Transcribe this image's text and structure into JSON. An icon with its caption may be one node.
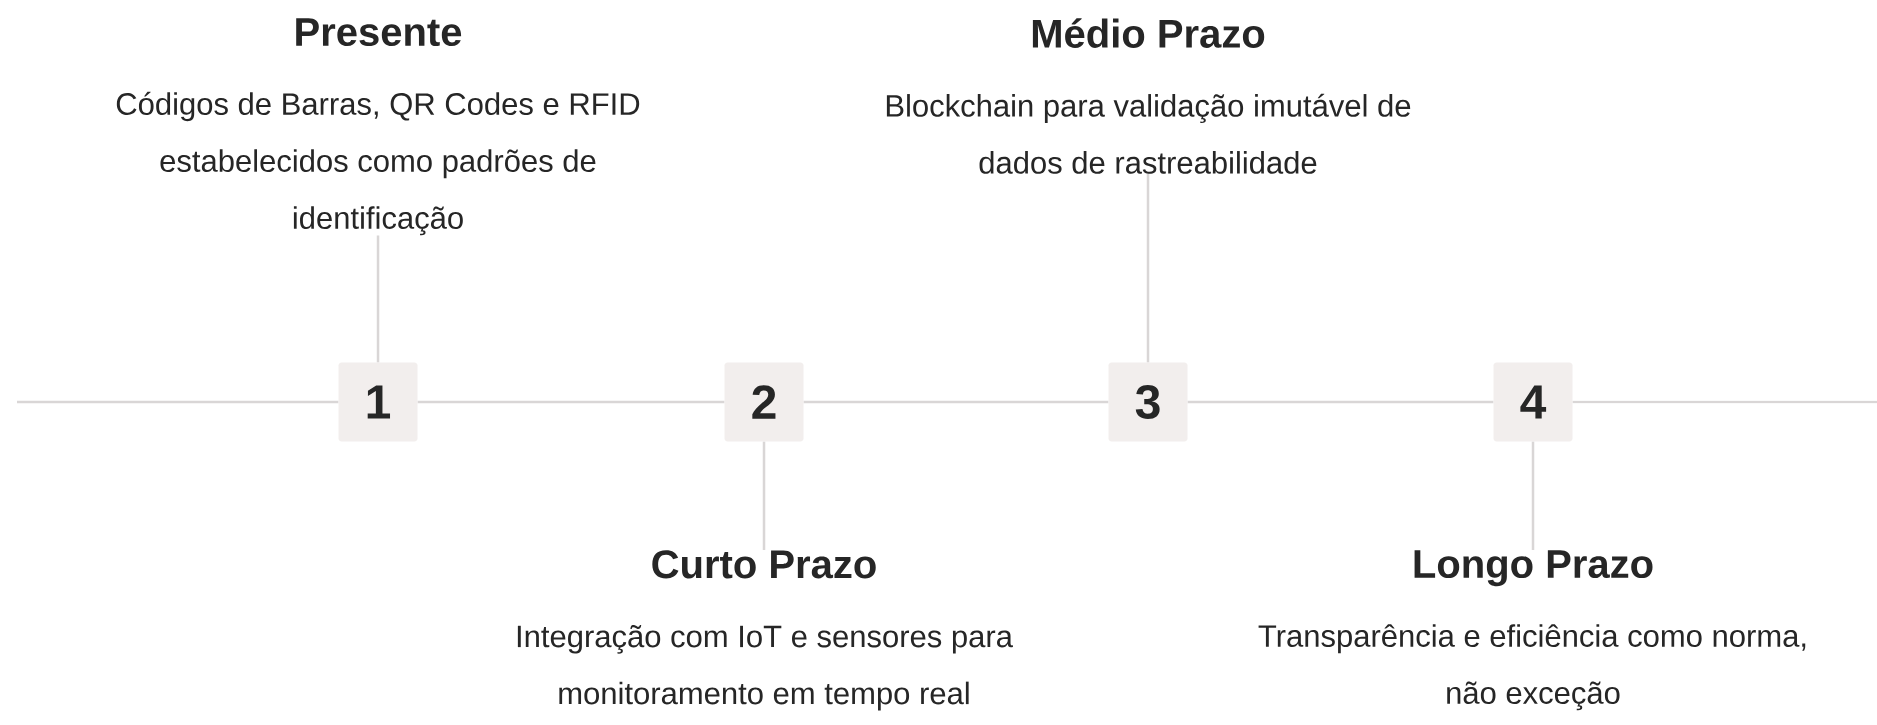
{
  "diagram": {
    "nodes": [
      {
        "text": [
          "Presente",
          "Códigos de Barras, QR Codes e RFID estabelecidos como padrões de identificação"
        ]
      },
      {
        "text": [
          "Médio Prazo",
          "Blockchain para validação imutável de dados de rastreabilidade"
        ]
      },
      {
        "text": [
          "1"
        ]
      },
      {
        "text": [
          "2"
        ]
      },
      {
        "text": [
          "3"
        ]
      },
      {
        "text": [
          "4"
        ]
      },
      {
        "text": [
          "Curto Prazo",
          "Integração com IoT e sensores para monitoramento em tempo real"
        ]
      },
      {
        "text": [
          "Longo Prazo",
          "Transparência e eficiência como norma, não exceção"
        ]
      }
    ],
    "edges": [
      {
        "from": null,
        "to": 2,
        "arrow": "none"
      },
      {
        "from": 2,
        "to": 3,
        "arrow": "none"
      },
      {
        "from": 3,
        "to": 4,
        "arrow": "none"
      },
      {
        "from": 4,
        "to": 5,
        "arrow": "none"
      },
      {
        "from": 5,
        "to": null,
        "arrow": "none"
      },
      {
        "from": 0,
        "to": 2,
        "arrow": "none"
      },
      {
        "from": 1,
        "to": 4,
        "arrow": "none"
      },
      {
        "from": 3,
        "to": 6,
        "arrow": "none"
      },
      {
        "from": 5,
        "to": 7,
        "arrow": "none"
      }
    ]
  }
}
